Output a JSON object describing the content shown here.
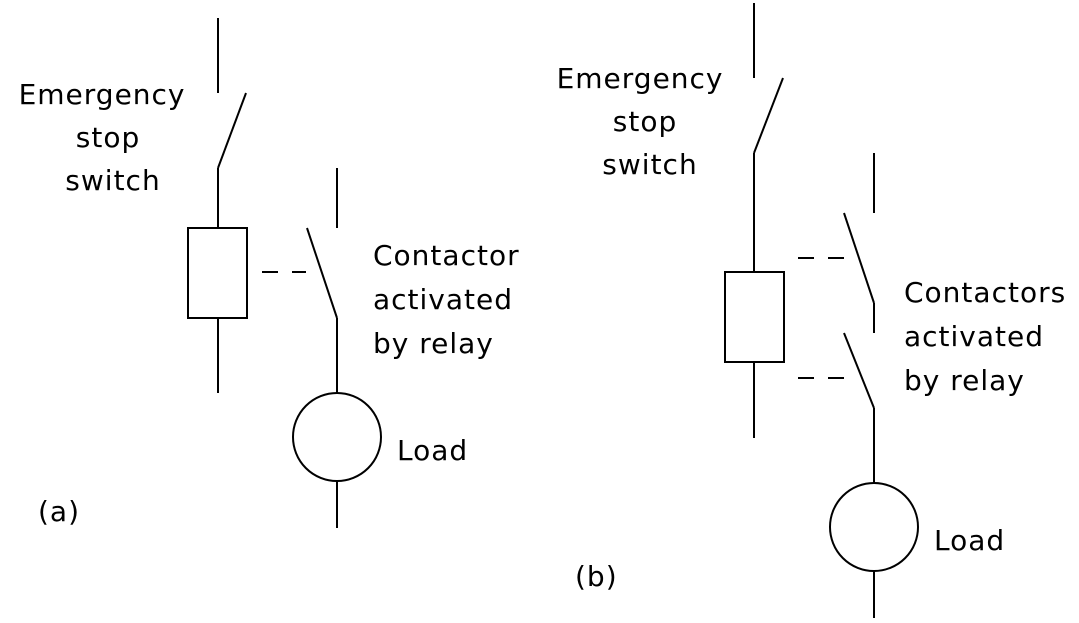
{
  "diagram_a": {
    "tag": "(a)",
    "switch_label": [
      "Emergency",
      "stop",
      "switch"
    ],
    "contactor_label": [
      "Contactor",
      "activated",
      "by relay"
    ],
    "load_label": "Load"
  },
  "diagram_b": {
    "tag": "(b)",
    "switch_label": [
      "Emergency",
      "stop",
      "switch"
    ],
    "contactor_label": [
      "Contactors",
      "activated",
      "by relay"
    ],
    "load_label": "Load"
  }
}
